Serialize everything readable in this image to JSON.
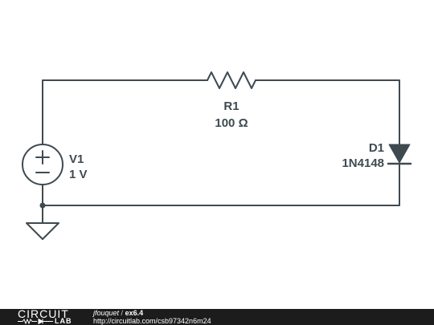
{
  "schematic": {
    "wire_color": "#3f4a50",
    "components": {
      "r1": {
        "designator": "R1",
        "value": "100 Ω"
      },
      "v1": {
        "designator": "V1",
        "value": "1 V"
      },
      "d1": {
        "designator": "D1",
        "value": "1N4148"
      }
    },
    "ground_icon": "ground-symbol-icon"
  },
  "footer": {
    "logo_top": "CIRCUIT",
    "logo_bottom": "LAB",
    "author": "jfouquet",
    "separator": "/",
    "title": "ex6.4",
    "url": "http://circuitlab.com/csb97342n6m24"
  }
}
